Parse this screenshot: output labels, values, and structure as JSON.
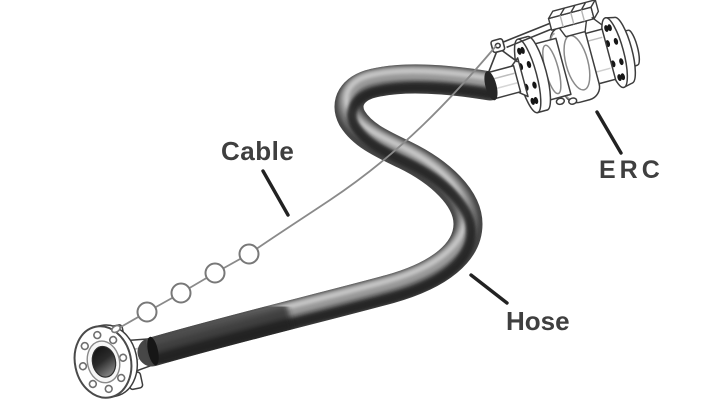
{
  "diagram": {
    "labels": {
      "cable": "Cable",
      "erc": "ERC",
      "hose": "Hose"
    },
    "components": [
      {
        "name": "cable",
        "label": "Cable",
        "has_leader_line": true
      },
      {
        "name": "erc-coupling",
        "label": "ERC",
        "has_leader_line": true
      },
      {
        "name": "hose",
        "label": "Hose",
        "has_leader_line": true
      }
    ],
    "colors": {
      "background": "#ffffff",
      "label_text": "#3f3f3f",
      "leader_line": "#222222",
      "hose_body": "#474747",
      "hose_highlight": "#c6c6c6",
      "hose_shadow": "#242424",
      "line_art_stroke": "#3d3d3d",
      "cable_line": "#8a8a8a",
      "bolt_hole_dark": "#161616"
    }
  }
}
